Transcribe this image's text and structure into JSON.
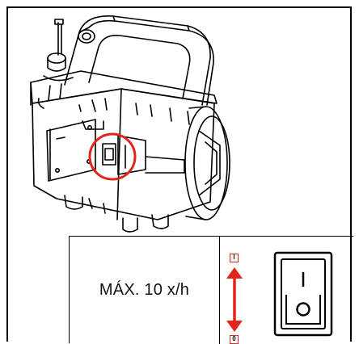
{
  "panel": {
    "max_frequency_label": "MÁX. 10 x/h",
    "position_on_label": "I",
    "position_off_label": "0"
  },
  "colors": {
    "highlight": "#e1251b",
    "line": "#000000"
  }
}
